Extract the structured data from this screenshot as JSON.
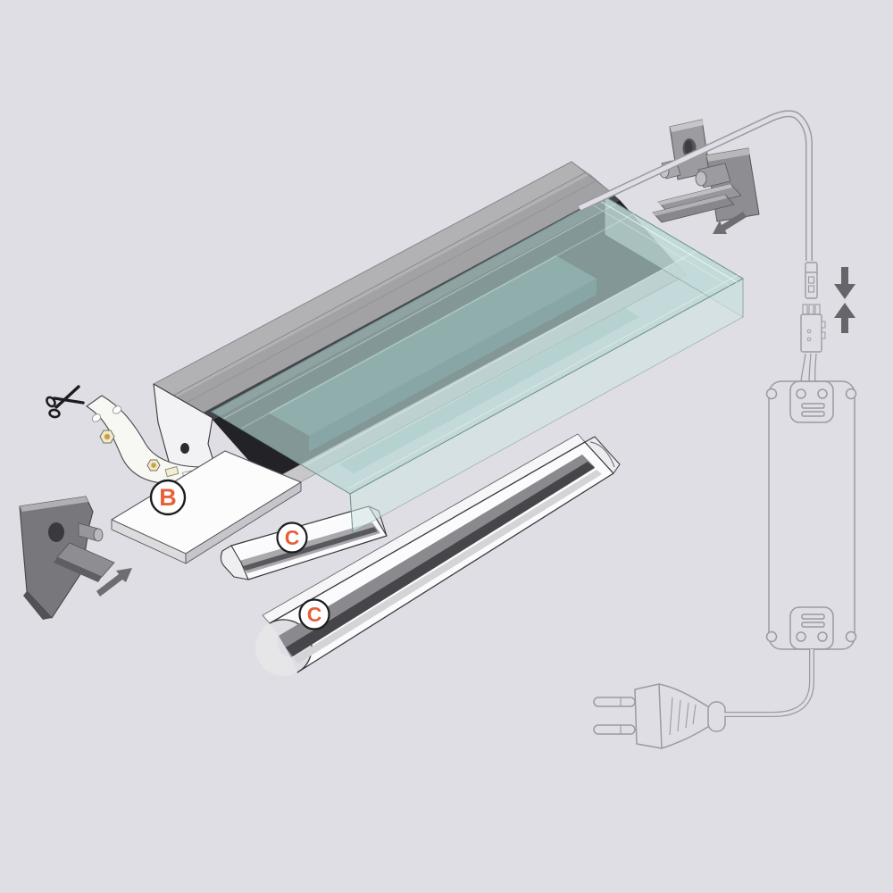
{
  "background_color": "#dfdee4",
  "palette": {
    "label_accent": "#e8603a",
    "label_circle_fill": "#ffffff",
    "label_circle_stroke": "#1c1c1f",
    "line_art_gray": "#9b9aa5",
    "metal_light": "#b3b3b6",
    "metal_mid": "#a2a2a5",
    "metal_shadow": "#454549",
    "channel_black": "#232327",
    "glass_teal": "#b5d5d3",
    "glass_edge": "#6e8f8e",
    "cover_white": "#fbfbfd",
    "end_cap_gray": "#77777c",
    "arrow_gray": "#6e6e72",
    "ink": "#1c1c20"
  },
  "labels": {
    "led_strip": "B",
    "flat_diffuser": "C",
    "round_diffuser": "C"
  },
  "icons": {
    "scissors": "✂",
    "clip_slide_arrow": "↙",
    "endcap_slide_arrow": "↗",
    "connector_join_down": "↓",
    "connector_join_up": "↑"
  }
}
